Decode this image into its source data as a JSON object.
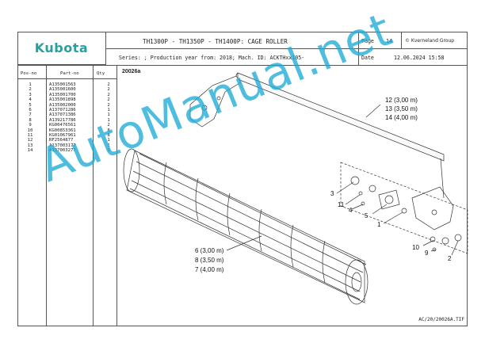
{
  "header": {
    "brand": "Kubota",
    "title": "TH1300P - TH1350P - TH1400P: CAGE ROLLER",
    "subtitle": "Series: ; Production year from: 2018; Mach. ID: ACKTHxx105-",
    "page_label": "Page",
    "page_number": "14",
    "copyright": "© Kverneland Group",
    "date_label": "Date",
    "date_value": "12.06.2024  15:58"
  },
  "table": {
    "columns": [
      "Pos-no",
      "Part-no",
      "Qty"
    ],
    "rows": [
      {
        "pos": "1",
        "part": "A135001563",
        "qty": "2"
      },
      {
        "pos": "2",
        "part": "A135001600",
        "qty": "2"
      },
      {
        "pos": "3",
        "part": "A135001700",
        "qty": "2"
      },
      {
        "pos": "4",
        "part": "A135001898",
        "qty": "2"
      },
      {
        "pos": "5",
        "part": "A135002000",
        "qty": "2"
      },
      {
        "pos": "6",
        "part": "A137071286",
        "qty": "1"
      },
      {
        "pos": "7",
        "part": "A137071386",
        "qty": "1"
      },
      {
        "pos": "8",
        "part": "A139217786",
        "qty": "1"
      },
      {
        "pos": "9",
        "part": "KG00476561",
        "qty": "2"
      },
      {
        "pos": "10",
        "part": "KG00853361",
        "qty": "8"
      },
      {
        "pos": "11",
        "part": "KG01067961",
        "qty": "8"
      },
      {
        "pos": "12",
        "part": "RF2564877",
        "qty": "1"
      },
      {
        "pos": "13",
        "part": "A137003177",
        "qty": "1"
      },
      {
        "pos": "14",
        "part": "A137003277",
        "qty": "1"
      }
    ]
  },
  "diagram": {
    "code": "20026a",
    "labels": [
      "12 (3,00 m)",
      "13 (3,50 m)",
      "14 (4,00 m)",
      "3",
      "11",
      "4",
      "5",
      "1",
      "6 (3,00 m)",
      "8 (3,50 m)",
      "7 (4,00 m)",
      "10",
      "9",
      "2"
    ],
    "footer_ref": "AC/20/20026A.TIF"
  },
  "watermark": "AutoManual.net"
}
